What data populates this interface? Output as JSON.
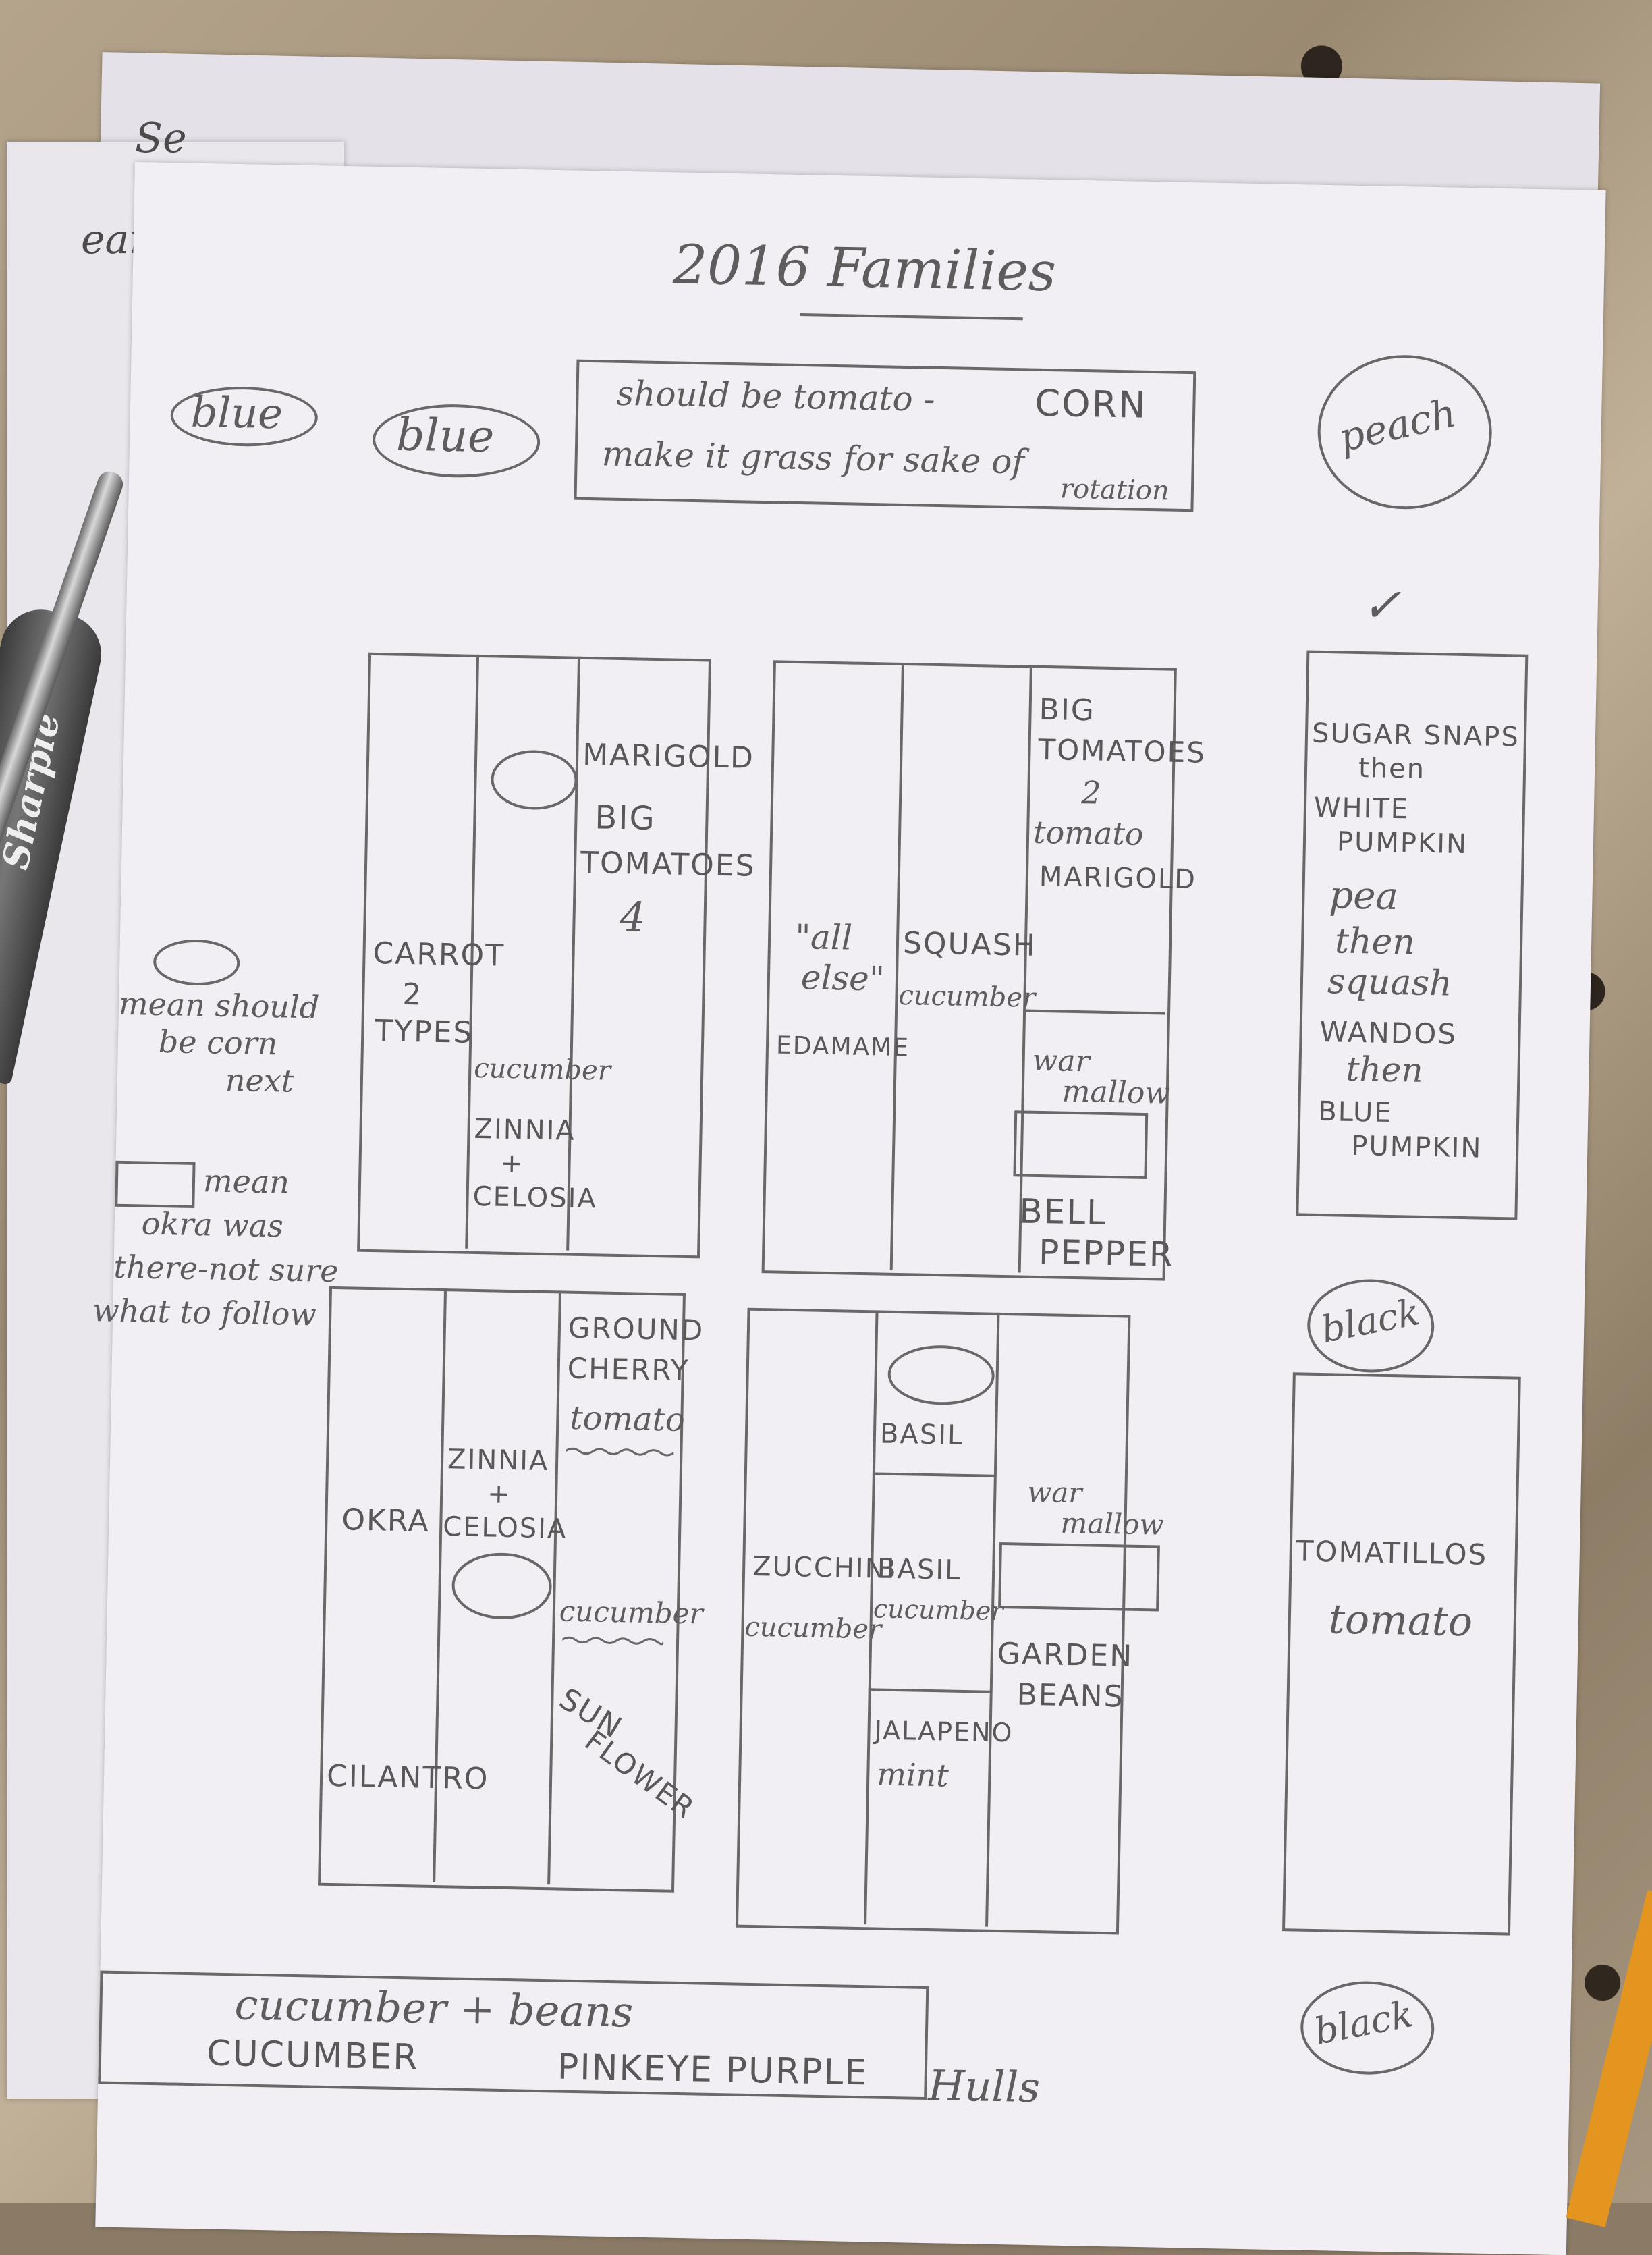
{
  "back_sheet": {
    "line1": "Se",
    "line2": "ear"
  },
  "marker": {
    "label": "Sharpie"
  },
  "title": "2016 Families",
  "top": {
    "label_left_outer": "blue",
    "label_left_inner": "blue",
    "label_right": "peach",
    "note_line1": "should be tomato -",
    "note_line2": "make it grass for sake of",
    "note_corn": "CORN",
    "note_rotation": "rotation",
    "checkmark": "✓"
  },
  "legend": {
    "oval_line1": "mean should",
    "oval_line2": "be corn",
    "oval_line3": "next",
    "box_line1": "mean",
    "box_line2": "okra was",
    "box_line3": "there-not sure",
    "box_line4": "what to follow"
  },
  "bed1": {
    "col1": {
      "l1": "CARROT",
      "l2": "2",
      "l3": "TYPES"
    },
    "col2": {
      "l1": "cucumber",
      "l2": "ZINNIA",
      "l3": "+",
      "l4": "CELOSIA"
    },
    "col3": {
      "l1": "MARIGOLD",
      "l2": "BIG",
      "l3": "TOMATOES",
      "l4": "4"
    }
  },
  "bed2": {
    "col1": {
      "l1": "\"all",
      "l2": "else\"",
      "l3": "EDAMAME"
    },
    "col2": {
      "l1": "SQUASH",
      "l2": "cucumber"
    },
    "col3": {
      "l1": "BIG",
      "l2": "TOMATOES",
      "l3": "2",
      "l4": "tomato",
      "l5": "MARIGOLD",
      "l6": "war",
      "l7": "mallow",
      "l8": "BELL",
      "l9": "PEPPER"
    }
  },
  "bed3": {
    "col1": {
      "l1": "OKRA",
      "l2": "CILANTRO"
    },
    "col2": {
      "l1": "ZINNIA",
      "l2": "+",
      "l3": "CELOSIA"
    },
    "col3": {
      "l1": "GROUND",
      "l2": "CHERRY",
      "l3": "tomato",
      "l4": "cucumber",
      "l5": "SUN",
      "l6": "FLOWER"
    }
  },
  "bed4": {
    "col1": {
      "l1": "ZUCCHINI",
      "l2": "cucumber"
    },
    "col2": {
      "l1": "BASIL",
      "l2": "BASIL",
      "l3": "cucumber",
      "l4": "JALAPENO",
      "l5": "mint"
    },
    "col3": {
      "l1": "war",
      "l2": "mallow",
      "l3": "GARDEN",
      "l4": "BEANS"
    }
  },
  "right_top": {
    "l1": "SUGAR SNAPS",
    "l2": "then",
    "l3": "WHITE",
    "l4": "PUMPKIN",
    "l5": "pea",
    "l6": "then",
    "l7": "squash",
    "l8": "WANDOS",
    "l9": "then",
    "l10": "BLUE",
    "l11": "PUMPKIN"
  },
  "right_bottom": {
    "label": "black",
    "l1": "TOMATILLOS",
    "l2": "tomato"
  },
  "bottom": {
    "l1": "cucumber + beans",
    "l2": "CUCUMBER",
    "l3": "PINKEYE PURPLE",
    "l4": "Hulls",
    "label": "black"
  }
}
